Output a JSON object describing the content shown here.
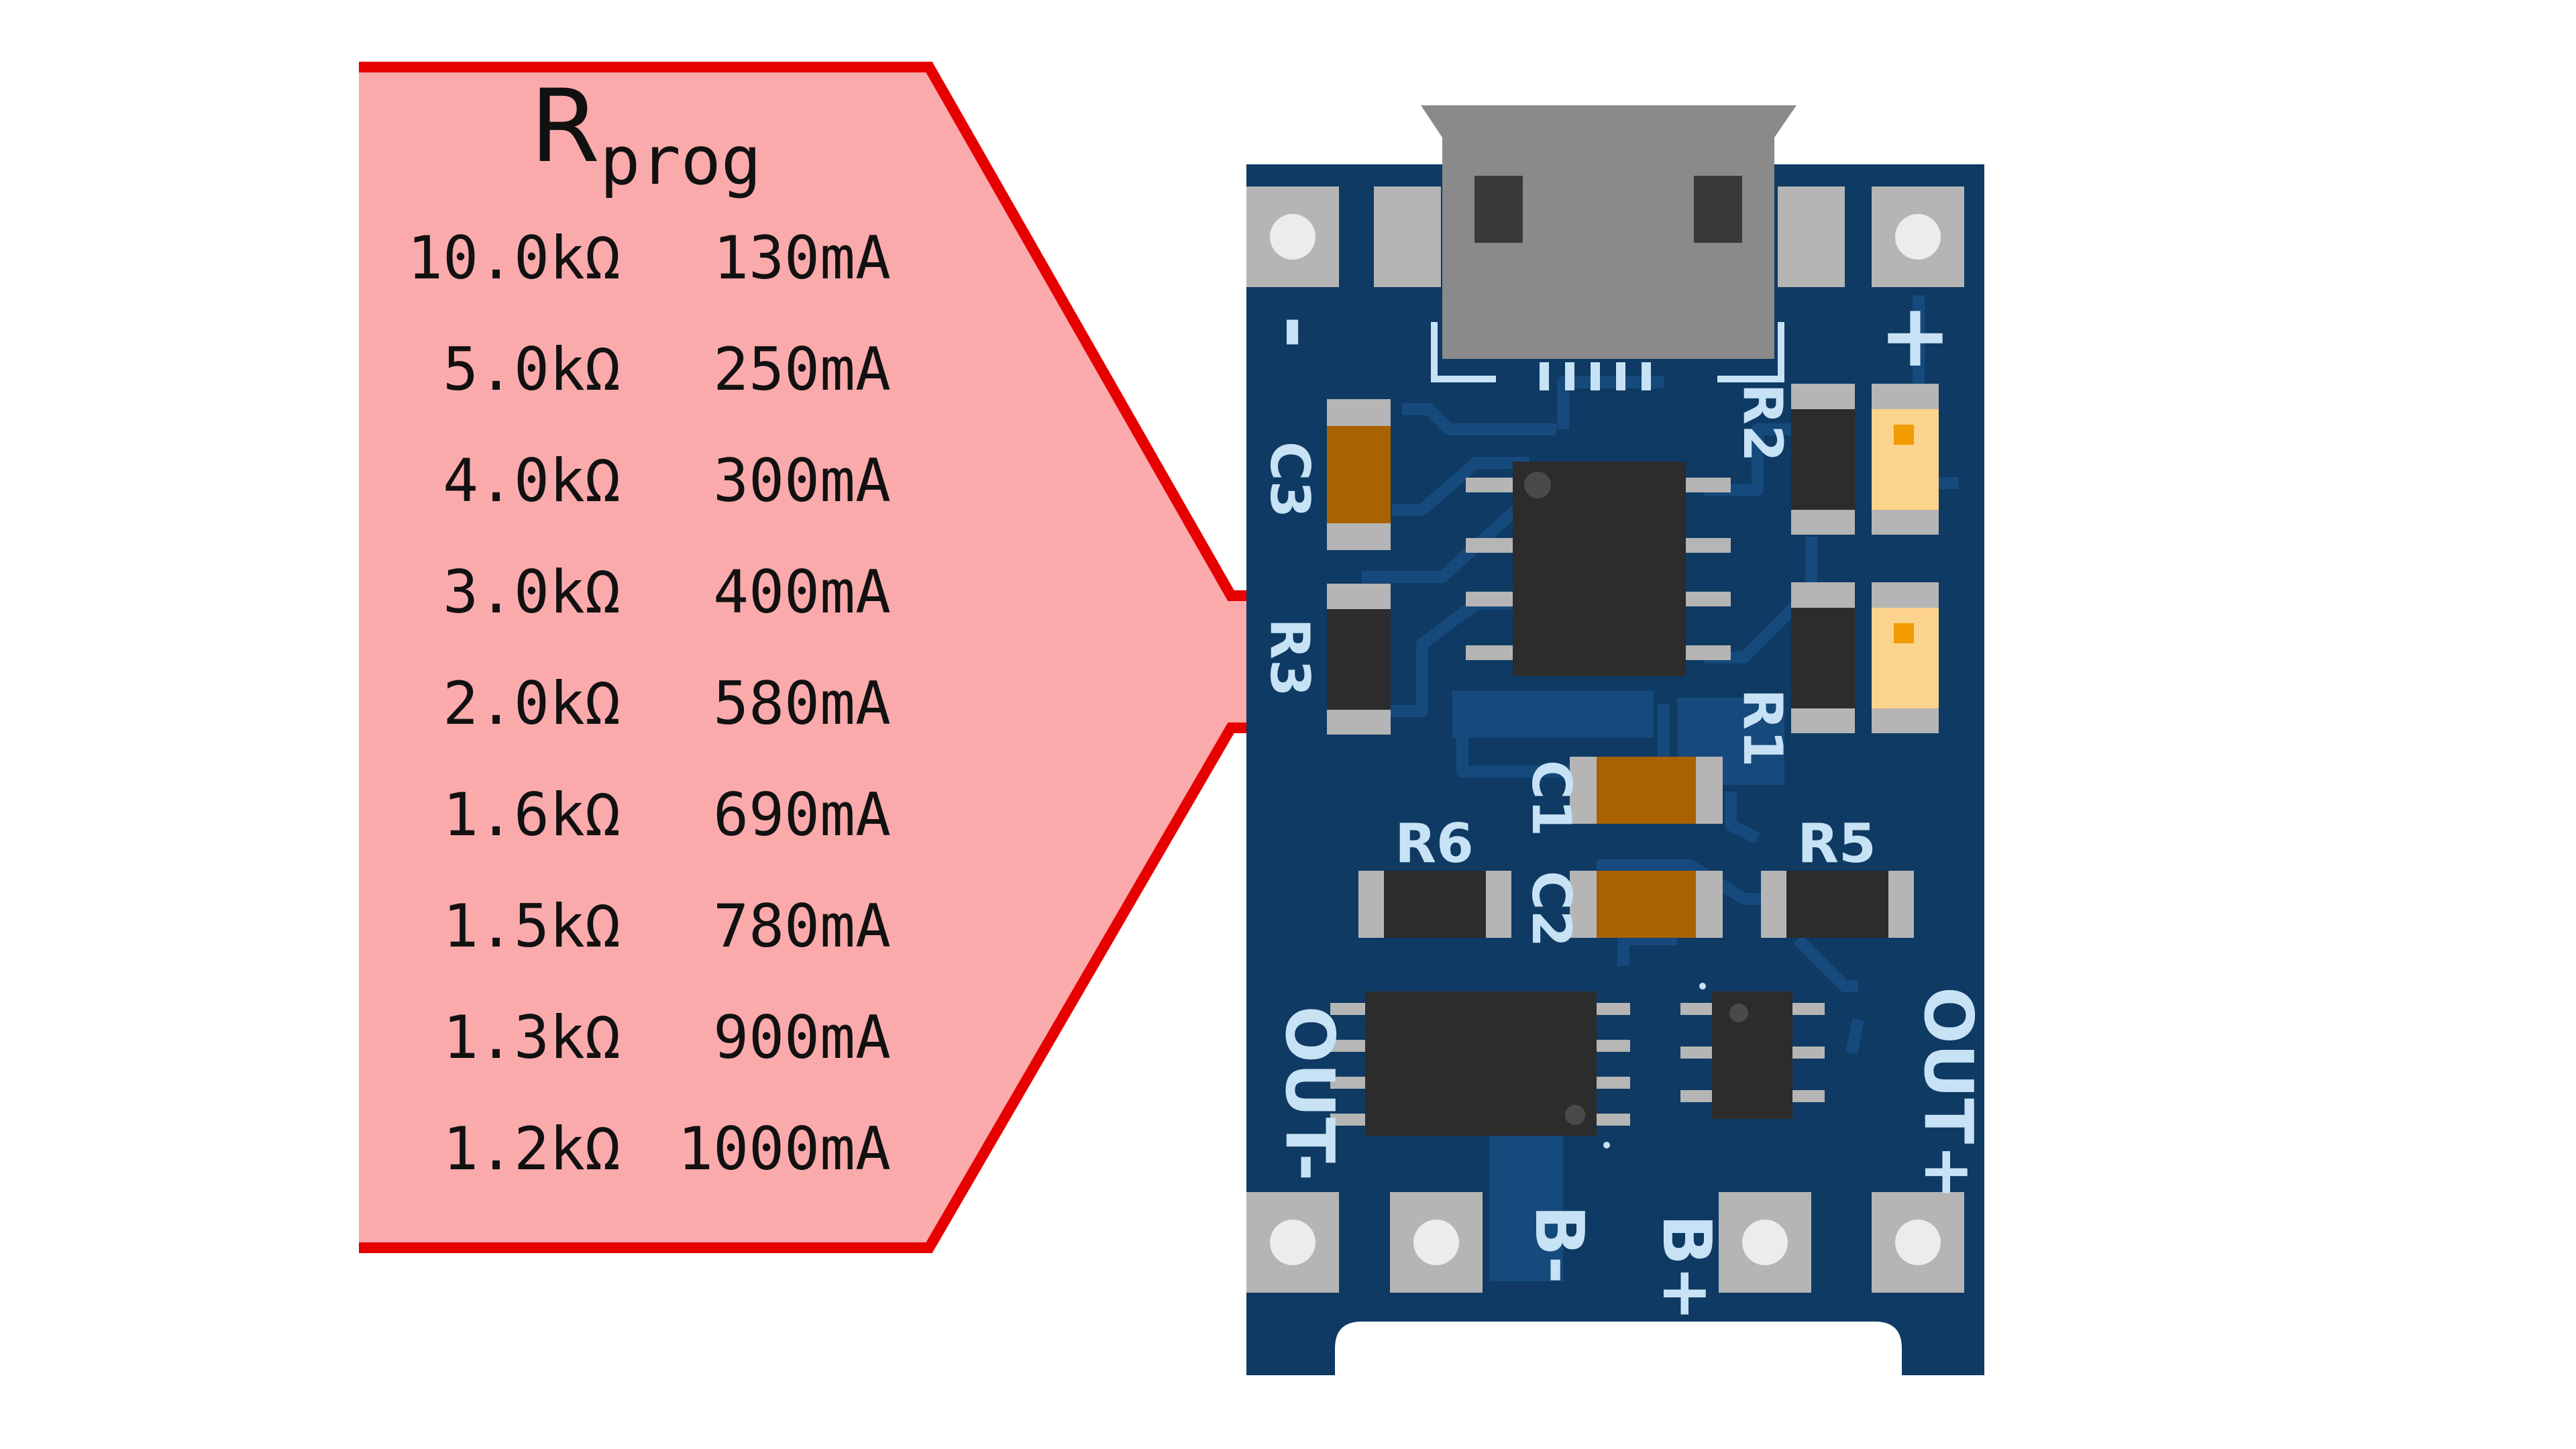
{
  "callout": {
    "title_main": "R",
    "title_sub": "prog",
    "rows": [
      {
        "resistance": "10.0kΩ",
        "current": "130mA"
      },
      {
        "resistance": "5.0kΩ",
        "current": "250mA"
      },
      {
        "resistance": "4.0kΩ",
        "current": "300mA"
      },
      {
        "resistance": "3.0kΩ",
        "current": "400mA"
      },
      {
        "resistance": "2.0kΩ",
        "current": "580mA"
      },
      {
        "resistance": "1.6kΩ",
        "current": "690mA"
      },
      {
        "resistance": "1.5kΩ",
        "current": "780mA"
      },
      {
        "resistance": "1.3kΩ",
        "current": "900mA"
      },
      {
        "resistance": "1.2kΩ",
        "current": "1000mA"
      }
    ]
  },
  "board": {
    "labels": {
      "minus": "-",
      "plus": "+",
      "c1": "C1",
      "c2": "C2",
      "c3": "C3",
      "r1": "R1",
      "r2": "R2",
      "r3": "R3",
      "r5": "R5",
      "r6": "R6",
      "out_minus": "OUT-",
      "out_plus": "OUT+",
      "b_minus": "B-",
      "b_plus": "B+"
    }
  },
  "colors": {
    "callout_fill": "#fbaaac",
    "callout_stroke": "#e60000",
    "board": "#0e3a63",
    "trace": "#164a7c",
    "silk": "#c7e2f5",
    "pad": "#b5b5b5",
    "chip": "#2c2c2c",
    "cap": "#a86200",
    "led": "#fcd38b",
    "led_dot": "#f19c00",
    "usb": "#8a8a8a"
  }
}
